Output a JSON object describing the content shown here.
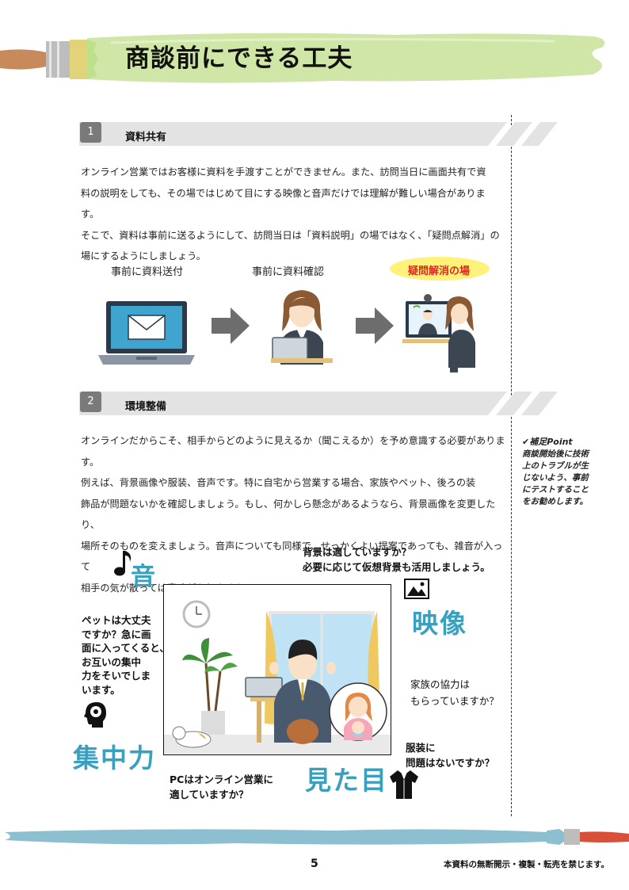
{
  "header": {
    "title": "商談前にできる工夫"
  },
  "sections": [
    {
      "number": "1",
      "title": "資料共有",
      "paragraph_lines": [
        "オンライン営業ではお客様に資料を手渡すことができません。また、訪問当日に画面共有で資",
        "料の説明をしても、その場ではじめて目にする映像と音声だけでは理解が難しい場合があります。",
        "そこで、資料は事前に送るようにして、訪問当日は「資料説明」の場ではなく、「疑問点解消」の",
        "場にするようにしましょう。"
      ]
    },
    {
      "number": "2",
      "title": "環境整備",
      "paragraph_lines": [
        "オンラインだからこそ、相手からどのように見えるか（聞こえるか）を予め意識する必要があります。",
        "例えば、背景画像や服装、音声です。特に自宅から営業する場合、家族やペット、後ろの装",
        "飾品が問題ないかを確認しましょう。もし、何かしら懸念があるようなら、背景画像を変更したり、",
        "場所そのものを変えましょう。音声についても同様で、せっかくよい提案であっても、雑音が入って",
        "相手の気が散っては意味がありません。"
      ]
    }
  ],
  "flow": {
    "step1_label": "事前に資料送付",
    "step2_label": "事前に資料確認",
    "step3_label": "疑問解消の場"
  },
  "environment": {
    "sound_word": "音",
    "image_word": "映像",
    "focus_word": "集中力",
    "look_word": "見た目",
    "background_lines": [
      "背景は適していますか？",
      "必要に応じて仮想背景も活用しましょう。"
    ],
    "pet_lines": [
      "ペットは大丈夫",
      "ですか？急に画",
      "面に入ってくると、",
      "お互いの集中",
      "力をそいでしま",
      "います。"
    ],
    "family_lines": [
      "家族の協力は",
      "もらっていますか？"
    ],
    "clothes_lines": [
      "服装に",
      "問題はないですか？"
    ],
    "pc_lines": [
      "PCはオンライン営業に",
      "適していますか？"
    ]
  },
  "supplement": {
    "title": "✔補足Point",
    "body_lines": [
      "商談開始後に技術",
      "上のトラブルが生",
      "じないよう、事前",
      "にテストすること",
      "をお勧めします。"
    ]
  },
  "footer": {
    "page_number": "5",
    "note": "本資料の無断開示・複製・転売を禁じます。"
  },
  "colors": {
    "accent_blue": "#3aa0bf",
    "brush_green": "#cfe6a6",
    "highlight_yellow": "#fff27a",
    "highlight_red": "#e0261f",
    "footer_brush": "#8cbfcf"
  },
  "icons": [
    "paintbrush-icon",
    "arrow-right-icon",
    "music-note-icon",
    "picture-icon",
    "brain-head-icon",
    "shirt-icon"
  ]
}
